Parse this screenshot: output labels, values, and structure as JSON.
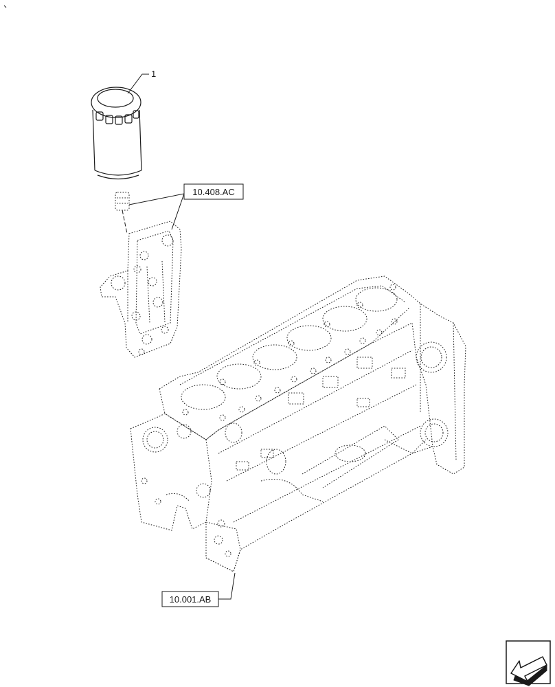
{
  "callouts": {
    "item_1": "1",
    "ref_oil_filter_support": "10.408.AC",
    "ref_engine_block": "10.001.AB"
  },
  "icons": {
    "navigation": "back-arrow-icon",
    "corner_mark": "tick-mark-icon"
  }
}
